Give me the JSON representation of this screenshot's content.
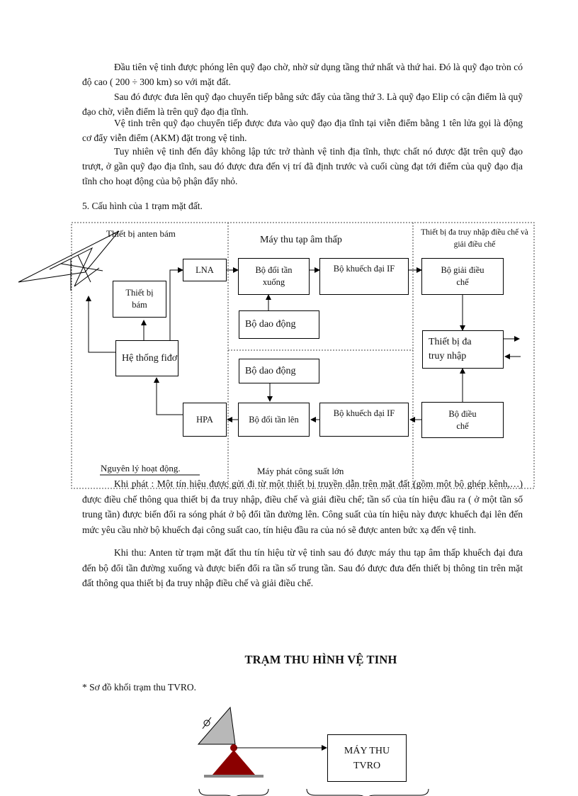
{
  "paragraphs": {
    "p1": "Đầu tiên vệ tinh được phóng lên quỹ đạo chờ, nhờ sử dụng tầng thứ nhất và thứ hai. Đó là quỹ đạo tròn có độ cao ( 200 ÷ 300 km) so với mặt đất.",
    "p2": "Sau đó được đưa lên quỹ đạo chuyển tiếp bằng sức đẩy của tầng thứ 3. Là quỹ đạo Elip có cận điểm là quỹ đạo chờ, viễn điểm là trên quỹ đạo địa tĩnh.",
    "p3": "Vệ tinh trên quỹ đạo chuyển tiếp được đưa vào quỹ đạo địa tĩnh tại viễn điểm bằng 1 tên lửa gọi là động cơ đẩy viễn điểm (AKM) đặt trong vệ tinh.",
    "p4": "Tuy nhiên vệ tinh đến đây không lập tức trở thành vệ tinh địa tĩnh, thực chất nó được đặt trên quỹ đạo trượt, ở gần quỹ đạo địa tĩnh, sau đó được đưa đến vị trí đã định trước và cuối cùng đạt tới điểm của quỹ đạo địa tĩnh cho hoạt động của bộ phận đẩy nhỏ."
  },
  "section_heading": "5. Cấu hình của 1 trạm mặt đất.",
  "diagram1": {
    "region_antenna": "Thiết bị anten bám",
    "region_receiver": "Máy thu tạp âm thấp",
    "region_multiplex": "Thiết bị đa truy nhập điều chế và giải điều chế",
    "region_transmitter": "Máy phát công suất lớn",
    "principle": "Nguyên lý hoạt động.",
    "blocks": {
      "tracking_device": "Thiết bị bám",
      "feed_system": "Hệ thống fiđơ",
      "lna": "LNA",
      "hpa": "HPA",
      "downconverter": "Bộ đổi tần xuống",
      "upconverter": "Bộ đổi tần lên",
      "if_amp_rx": "Bộ khuếch đại IF",
      "if_amp_tx": "Bộ khuếch đại IF",
      "oscillator_rx": "Bộ dao động",
      "oscillator_tx": "Bộ dao động",
      "demodulator": "Bộ giải điều chế",
      "multiple_access": "Thiết bị đa truy nhập",
      "modulator": "Bộ điều chế"
    }
  },
  "operation": {
    "tx": "Khi phát : Một tín hiệu được gửi đi từ một thiết bị truyền dẫn trên mặt đất (gồm một bộ ghép kênh,…) được điều chế thông qua thiết bị đa truy nhập, điều chế và giải điều chế; tần số của tín hiệu đầu ra ( ở một tần số trung tần) được biến đổi ra sóng phát ở bộ đổi tần đường lên. Công suất của tín hiệu này được khuếch đại lên đến mức yêu cầu nhờ bộ khuếch đại công suất cao, tín hiệu đầu ra của nó sẽ được anten bức xạ đến vệ tinh.",
    "rx": "Khi thu: Anten từ trạm mặt đất thu tín hiệu từ vệ tinh sau đó được máy thu tạp âm thấp khuếch đại đưa đến bộ đổi tần đường xuống và được biến đổi ra tần số trung tần. Sau đó được đưa đến thiết bị thông tin trên mặt đất thông qua thiết bị đa truy nhập điều chế và giải điều chế."
  },
  "title2": "TRẠM THU HÌNH VỆ TINH",
  "subheading2": "* Sơ đồ khối trạm thu TVRO.",
  "diagram2": {
    "receiver_label": "MÁY THU TVRO"
  }
}
